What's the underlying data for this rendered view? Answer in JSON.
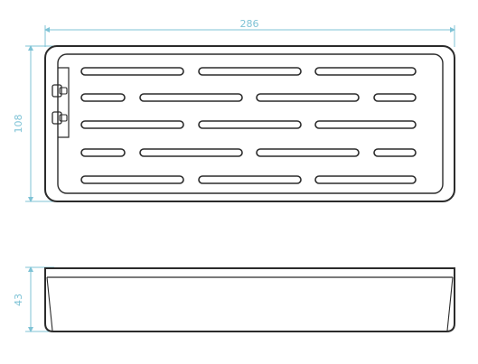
{
  "diagram": {
    "top_view": {
      "width_label": "286",
      "height_label": "108",
      "slot_rows": [
        3,
        4,
        3,
        4,
        3
      ]
    },
    "side_view": {
      "height_label": "43"
    }
  },
  "colors": {
    "dimension": "#7fc3d6",
    "outline": "#2b2b2b"
  }
}
